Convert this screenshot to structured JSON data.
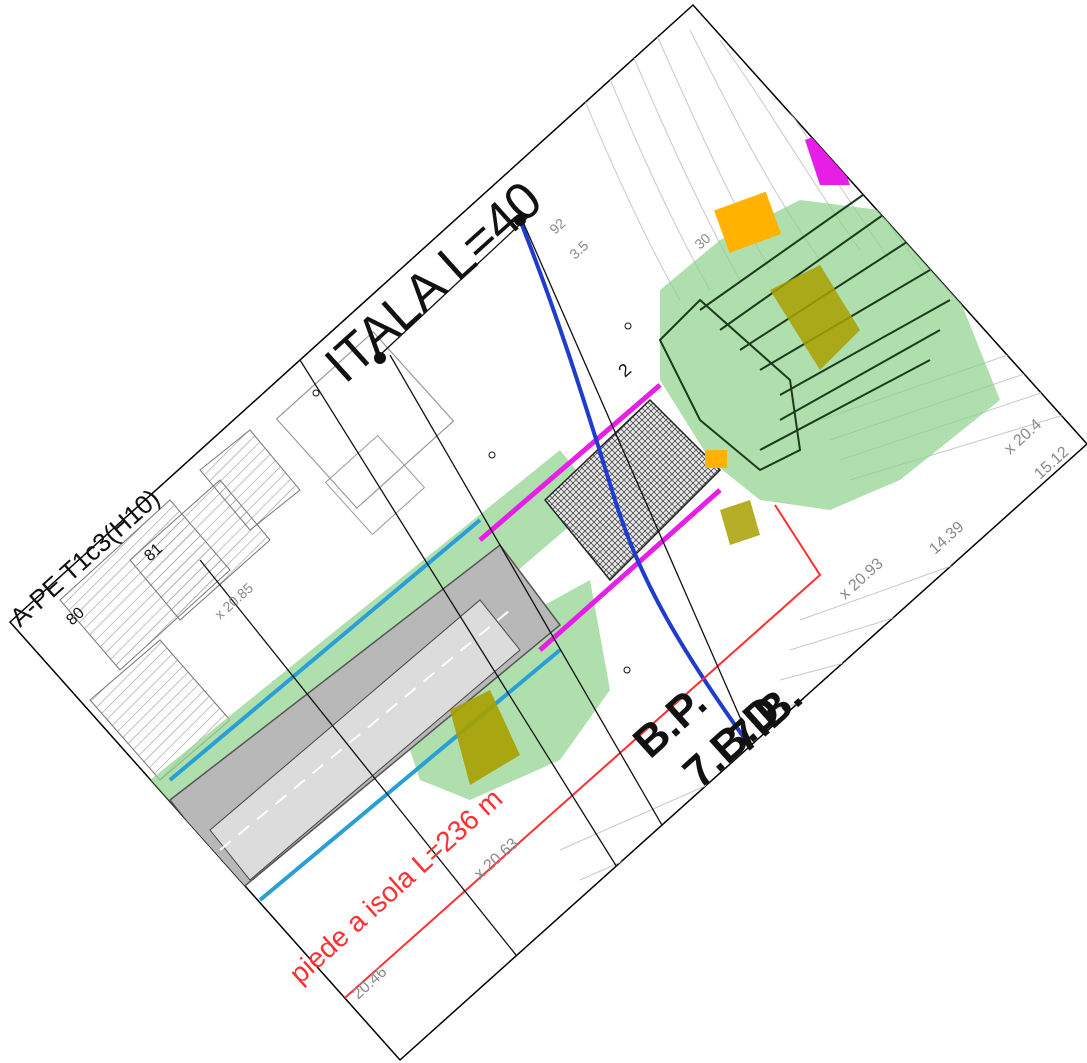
{
  "labels": {
    "title_main": "ITALA L=40",
    "route_red": "piede a isola  L=236 m",
    "block_left": "A-PE  T1c3(H10)",
    "block_80": "80",
    "block_81": "81",
    "bp": "B.P.",
    "bd1": "7.B.D.",
    "bd2": "7.B.",
    "num_2": "2",
    "spot_2063": "x 20.63",
    "spot_2093": "x 20.93",
    "spot_2046": "20.46",
    "spot_1439": "14.39",
    "spot_1512": "15.12",
    "spot_204": "x 20.4",
    "spot_92": "92",
    "spot_35": "3.5",
    "spot_30": "30",
    "spot_85": "x 20.85"
  },
  "colors": {
    "background": "#ffffff",
    "green_zone": "#8fd18b",
    "magenta": "#e61ee6",
    "blue_line": "#1f3ccf",
    "cyan_line": "#2a9fd6",
    "red_line": "#ff3030",
    "orange": "#ffb300",
    "olive": "#a8a000",
    "road_gray": "#b8b8b8",
    "hatch": "#9a9a9a",
    "ink": "#111111"
  }
}
